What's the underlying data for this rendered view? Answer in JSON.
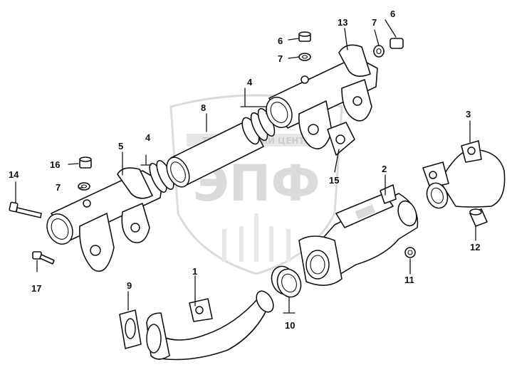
{
  "watermark": {
    "line1": "ТЕХНИЧЕСКИЙ ЦЕНТР",
    "line2": "ЭПФ"
  },
  "callouts": {
    "c1": "1",
    "c2": "2",
    "c3": "3",
    "c4a": "4",
    "c4b": "4",
    "c5": "5",
    "c6a": "6",
    "c6b": "6",
    "c7a": "7",
    "c7b": "7",
    "c7c": "7",
    "c8": "8",
    "c9": "9",
    "c10": "10",
    "c11": "11",
    "c12": "12",
    "c13": "13",
    "c14": "14",
    "c15": "15",
    "c16": "16",
    "c17": "17"
  },
  "colors": {
    "ink": "#111111",
    "watermark": "#9a9a9a"
  }
}
